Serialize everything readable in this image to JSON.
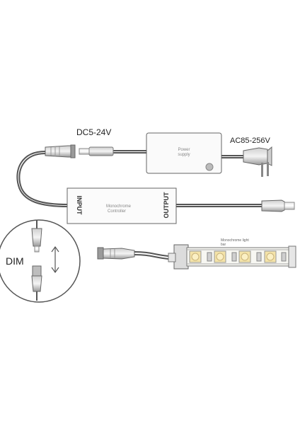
{
  "labels": {
    "dc_voltage": "DC5-24V",
    "ac_voltage": "AC85-256V",
    "power_supply_line1": "Power",
    "power_supply_line2": "supply",
    "controller_line1": "Monochrome",
    "controller_line2": "Controller",
    "input_port": "INPUT",
    "output_port": "OUTPUT",
    "dim": "DIM",
    "strip_line1": "Monochrome light",
    "strip_line2": "bar"
  },
  "colors": {
    "outline": "#555555",
    "led_yellow": "#f4e3a8",
    "strip_body": "#f7f7f2"
  }
}
